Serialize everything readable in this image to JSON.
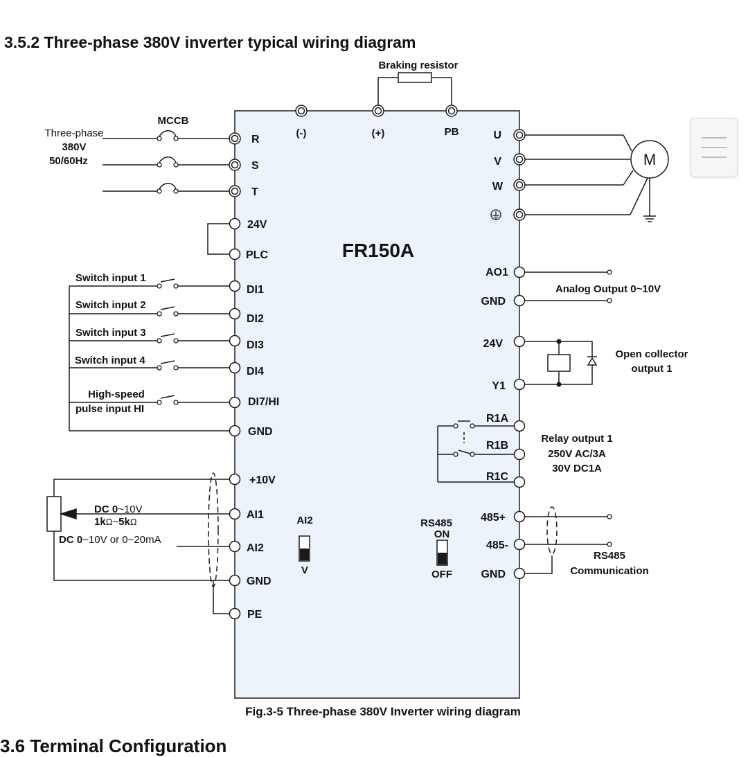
{
  "section_heading": "3.5.2 Three-phase 380V inverter typical wiring diagram",
  "next_section_heading": "3.6 Terminal Configuration",
  "caption": "Fig.3-5 Three-phase 380V Inverter wiring diagram",
  "model": "FR150A",
  "braking_resistor": "Braking resistor",
  "mccb": "MCCB",
  "supply": {
    "line1": "Three-phase",
    "line2": "380V",
    "line3": "50/60Hz"
  },
  "top_terminals": {
    "minus": "(-)",
    "plus": "(+)",
    "pb": "PB"
  },
  "left_terminals": {
    "r": "R",
    "s": "S",
    "t": "T",
    "v24": "24V",
    "plc": "PLC",
    "di1": "DI1",
    "di2": "DI2",
    "di3": "DI3",
    "di4": "DI4",
    "di7": "DI7/HI",
    "gnd1": "GND",
    "v10": "+10V",
    "ai1": "AI1",
    "ai2": "AI2",
    "gnd2": "GND",
    "pe": "PE"
  },
  "switch_inputs": {
    "s1": "Switch input 1",
    "s2": "Switch input 2",
    "s3": "Switch input 3",
    "s4": "Switch input 4",
    "hs1": "High-speed",
    "hs2": "pulse input HI"
  },
  "analog_in": {
    "dc1_bold": "DC 0",
    "dc1_rest": "~10V",
    "r_bold1": "1k",
    "r_ohm1": "Ω",
    "r_tilde": "~",
    "r_bold2": "5k",
    "r_ohm2": "Ω",
    "dc2_bold": "DC 0",
    "dc2_rest": "~10V or 0~20mA"
  },
  "ai2_switch": {
    "label": "AI2",
    "mode": "V"
  },
  "rs485_switch": {
    "label": "RS485",
    "on": "ON",
    "off": "OFF"
  },
  "right_terminals": {
    "u": "U",
    "v": "V",
    "w": "W",
    "ao1": "AO1",
    "gnd1": "GND",
    "v24": "24V",
    "y1": "Y1",
    "r1a": "R1A",
    "r1b": "R1B",
    "r1c": "R1C",
    "p485": "485+",
    "m485": "485-",
    "gnd2": "GND"
  },
  "motor": "M",
  "outputs": {
    "analog": "Analog Output 0~10V",
    "oc1": "Open collector",
    "oc2": "output 1",
    "relay1": "Relay output 1",
    "relay2": "250V AC/3A",
    "relay3": "30V DC1A",
    "rs485_1": "RS485",
    "rs485_2": "Communication"
  },
  "colors": {
    "inverter_body": "#edf3fa",
    "line": "#1a1a1a",
    "menu_button": "#f6f6f6"
  },
  "icons": {
    "menu": "hamburger-menu-icon",
    "earth": "earth-ground-icon"
  }
}
